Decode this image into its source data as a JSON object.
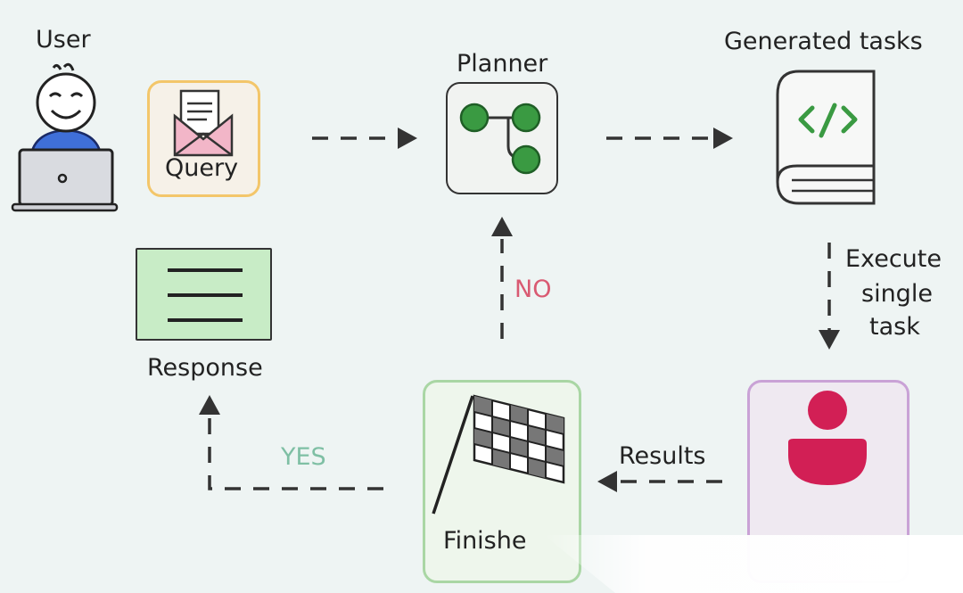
{
  "labels": {
    "user": "User",
    "query": "Query",
    "planner": "Planner",
    "generated_tasks": "Generated tasks",
    "execute": [
      "Execute",
      "single",
      "task"
    ],
    "no": "NO",
    "response": "Response",
    "yes": "YES",
    "results": "Results",
    "finished": "Finishe"
  },
  "colors": {
    "background": "#eef4f3",
    "planner_green": "#3a9a42",
    "no_text": "#d95a72",
    "yes_text": "#7fbfa4",
    "executor_crimson": "#d21f55",
    "query_border": "#f3c66a",
    "finished_border": "#a9d6a4",
    "executor_border": "#c9a2d6",
    "response_fill": "#c8ecc6"
  },
  "icons": {
    "user": "user-at-laptop-icon",
    "query": "envelope-document-icon",
    "planner": "branching-nodes-icon",
    "generated_tasks": "code-book-icon",
    "response": "document-lines-icon",
    "finished": "checkered-flag-icon",
    "executor": "person-agent-icon"
  }
}
